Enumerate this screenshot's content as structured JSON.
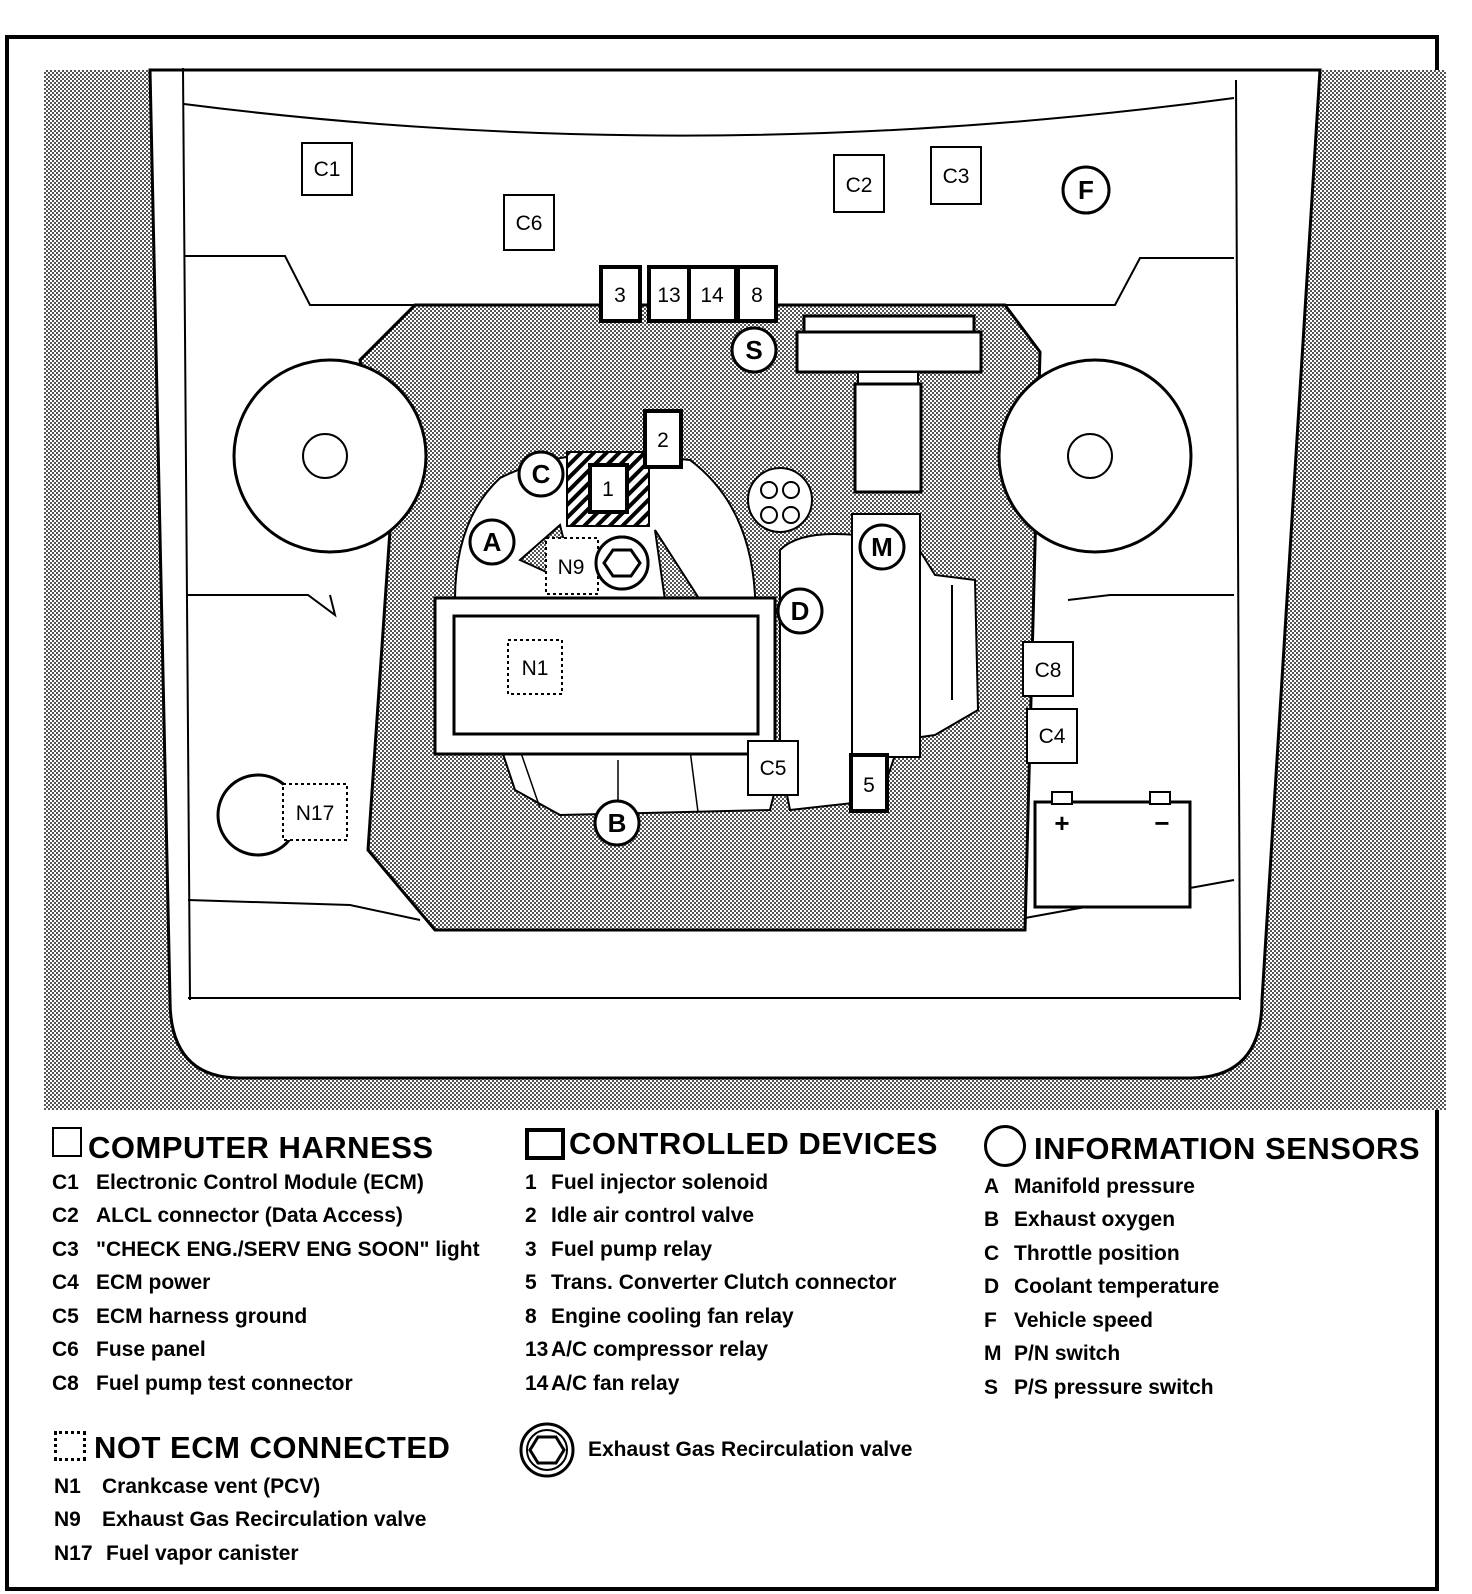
{
  "diagram": {
    "harness": {
      "c1": "C1",
      "c2": "C2",
      "c3": "C3",
      "c4": "C4",
      "c5": "C5",
      "c6": "C6",
      "c8": "C8"
    },
    "devices": {
      "d1": "1",
      "d2": "2",
      "d3": "3",
      "d5": "5",
      "d8": "8",
      "d13": "13",
      "d14": "14"
    },
    "sensors": {
      "a": "A",
      "b": "B",
      "c": "C",
      "d": "D",
      "f": "F",
      "m": "M",
      "s": "S"
    },
    "not_ecm": {
      "n1": "N1",
      "n9": "N9",
      "n17": "N17"
    },
    "battery": {
      "plus": "+",
      "minus": "−"
    }
  },
  "legend": {
    "computer_harness": {
      "title": "COMPUTER HARNESS",
      "items": [
        {
          "code": "C1",
          "label": "Electronic Control Module (ECM)"
        },
        {
          "code": "C2",
          "label": "ALCL connector (Data Access)"
        },
        {
          "code": "C3",
          "label": "\"CHECK ENG./SERV ENG SOON\" light"
        },
        {
          "code": "C4",
          "label": "ECM power"
        },
        {
          "code": "C5",
          "label": "ECM harness ground"
        },
        {
          "code": "C6",
          "label": "Fuse panel"
        },
        {
          "code": "C8",
          "label": "Fuel pump test connector"
        }
      ]
    },
    "controlled_devices": {
      "title": "CONTROLLED DEVICES",
      "items": [
        {
          "code": "1",
          "label": "Fuel injector solenoid"
        },
        {
          "code": "2",
          "label": "Idle air control valve"
        },
        {
          "code": "3",
          "label": "Fuel pump relay"
        },
        {
          "code": "5",
          "label": "Trans. Converter Clutch  connector"
        },
        {
          "code": "8",
          "label": "Engine cooling fan relay"
        },
        {
          "code": "13",
          "label": "A/C compressor relay"
        },
        {
          "code": "14",
          "label": "A/C  fan relay"
        }
      ]
    },
    "information_sensors": {
      "title": "INFORMATION SENSORS",
      "items": [
        {
          "code": "A",
          "label": "Manifold pressure"
        },
        {
          "code": "B",
          "label": "Exhaust oxygen"
        },
        {
          "code": "C",
          "label": "Throttle position"
        },
        {
          "code": "D",
          "label": "Coolant temperature"
        },
        {
          "code": "F",
          "label": "Vehicle speed"
        },
        {
          "code": "M",
          "label": "P/N switch"
        },
        {
          "code": "S",
          "label": "P/S pressure switch"
        }
      ]
    },
    "not_ecm_connected": {
      "title": "NOT ECM CONNECTED",
      "items": [
        {
          "code": "N1",
          "label": "Crankcase vent (PCV)"
        },
        {
          "code": "N9",
          "label": "Exhaust Gas Recirculation valve"
        },
        {
          "code": "N17",
          "label": "Fuel vapor canister"
        }
      ]
    },
    "egr_symbol": {
      "label": "Exhaust Gas Recirculation valve"
    }
  }
}
